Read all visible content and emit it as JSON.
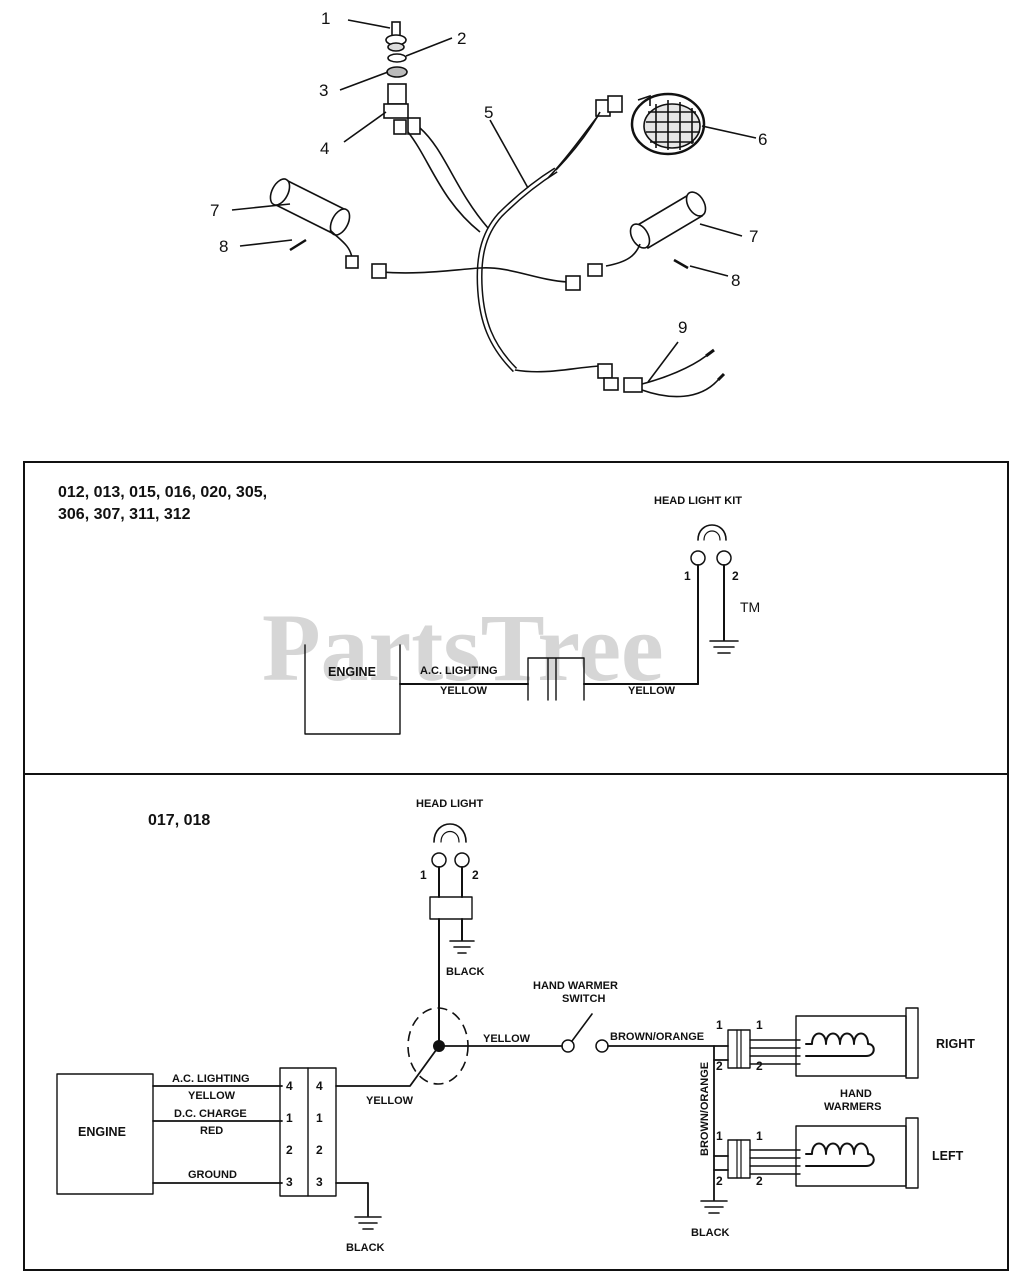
{
  "watermark": {
    "brand": "PartsTree",
    "tm": "TM"
  },
  "callouts": [
    "1",
    "2",
    "3",
    "4",
    "5",
    "6",
    "7",
    "7",
    "8",
    "8",
    "9"
  ],
  "panel_a": {
    "models_line1": "012, 013, 015, 016, 020, 305,",
    "models_line2": "306, 307, 311, 312",
    "engine": "ENGINE",
    "ac_lighting": "A.C. LIGHTING",
    "yellow_left": "YELLOW",
    "yellow_right": "YELLOW",
    "head_light_kit": "HEAD LIGHT KIT",
    "pin1": "1",
    "pin2": "2"
  },
  "panel_b": {
    "models": "017, 018",
    "head_light": "HEAD LIGHT",
    "hl_pin1": "1",
    "hl_pin2": "2",
    "black_top": "BLACK",
    "engine": "ENGINE",
    "ac_lighting": "A.C. LIGHTING",
    "yellow1": "YELLOW",
    "dc_charge": "D.C. CHARGE",
    "red": "RED",
    "ground": "GROUND",
    "black_bottom": "BLACK",
    "conn_pins": [
      "4",
      "4",
      "1",
      "1",
      "2",
      "2",
      "3",
      "3"
    ],
    "yellow_conn": "YELLOW",
    "yellow_switch": "YELLOW",
    "hand_warmer_switch_1": "HAND WARMER",
    "hand_warmer_switch_2": "SWITCH",
    "brown_orange_h": "BROWN/ORANGE",
    "brown_orange_v": "BROWN/ORANGE",
    "right_pins": [
      "1",
      "1",
      "2",
      "2"
    ],
    "left_pins": [
      "1",
      "1",
      "2",
      "2"
    ],
    "right": "RIGHT",
    "left": "LEFT",
    "hand_warmers_1": "HAND",
    "hand_warmers_2": "WARMERS",
    "black_warmers": "BLACK"
  }
}
